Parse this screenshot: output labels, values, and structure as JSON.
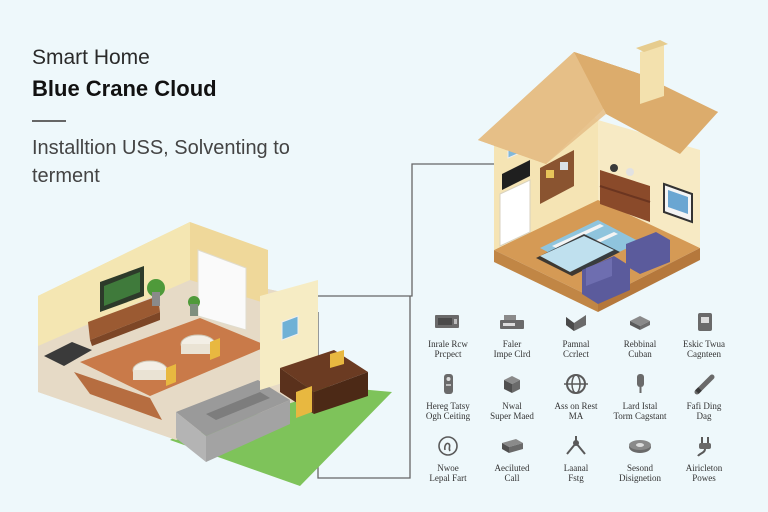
{
  "header": {
    "subtitle": "Smart Home",
    "title": "Blue Crane Cloud",
    "tagline": "Installtion USS, Solventing to terment"
  },
  "device_icons": [
    {
      "icon": "tv-icon",
      "label": "Inrale Rcw\nPrcpect"
    },
    {
      "icon": "router-icon",
      "label": "Faler\nImpe Clrd"
    },
    {
      "icon": "bracket-icon",
      "label": "Pamnal\nCcrlect"
    },
    {
      "icon": "box-icon",
      "label": "Rebbinal\nCuban"
    },
    {
      "icon": "sensor-icon",
      "label": "Eskic Twua\nCagnteen"
    },
    {
      "icon": "remote-icon",
      "label": "Hereg Tatsy\nOgh Ceiting"
    },
    {
      "icon": "cube-icon",
      "label": "Nwal\nSuper Maed"
    },
    {
      "icon": "globe-icon",
      "label": "Ass on Rest\nMA"
    },
    {
      "icon": "lamp-icon",
      "label": "Lard Istal\nTorm Cagstant"
    },
    {
      "icon": "stylus-icon",
      "label": "Fafi Ding\nDag"
    },
    {
      "icon": "fingerprint-icon",
      "label": "Nwoe\nLepal Fart"
    },
    {
      "icon": "book-icon",
      "label": "Aeciluted\nCall"
    },
    {
      "icon": "tripod-icon",
      "label": "Laanal\nFstg"
    },
    {
      "icon": "puck-icon",
      "label": "Sesond\nDisignetion"
    },
    {
      "icon": "plug-icon",
      "label": "Airicleton\nPowes"
    }
  ]
}
